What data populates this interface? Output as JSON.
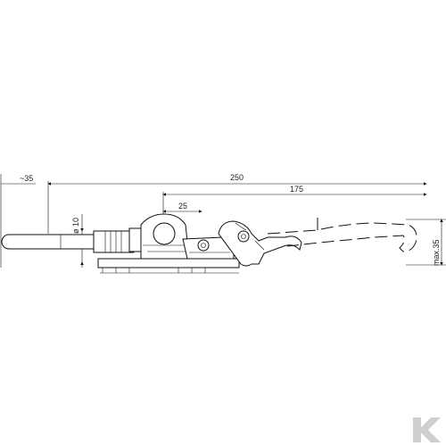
{
  "dimensions": {
    "overall": "250",
    "handle": "175",
    "offset": "25",
    "pin": "~35",
    "diameter": "ø 10",
    "height": "max.35"
  },
  "logo": {
    "icon": "kramp-k-logo-icon",
    "color": "#cfcfcf"
  }
}
